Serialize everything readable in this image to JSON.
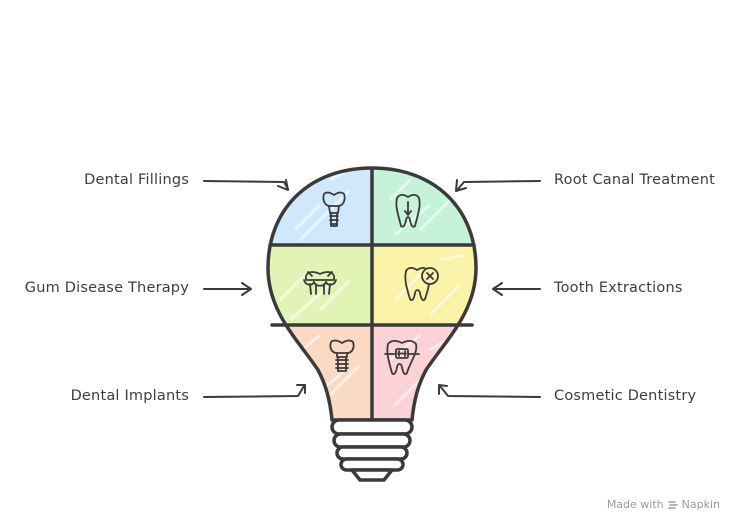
{
  "labels": {
    "top_left": "Dental Fillings",
    "top_right": "Root Canal Treatment",
    "mid_left": "Gum Disease Therapy",
    "mid_right": "Tooth Extractions",
    "bottom_left": "Dental Implants",
    "bottom_right": "Cosmetic Dentistry"
  },
  "icons": {
    "top_left": "tooth-crown-icon",
    "top_right": "root-canal-tooth-icon",
    "mid_left": "gum-disease-tooth-icon",
    "mid_right": "tooth-extraction-icon",
    "bottom_left": "dental-implant-icon",
    "bottom_right": "braces-tooth-icon"
  },
  "colors": {
    "top_left": "#cfe8fb",
    "top_right": "#c7f2da",
    "mid_left": "#e2f3b6",
    "mid_right": "#fbf3a8",
    "bottom_left": "#fbd9c2",
    "bottom_right": "#fbd3d6",
    "outline": "#3a3a3a"
  },
  "watermark": {
    "prefix": "Made with",
    "brand": "Napkin"
  }
}
